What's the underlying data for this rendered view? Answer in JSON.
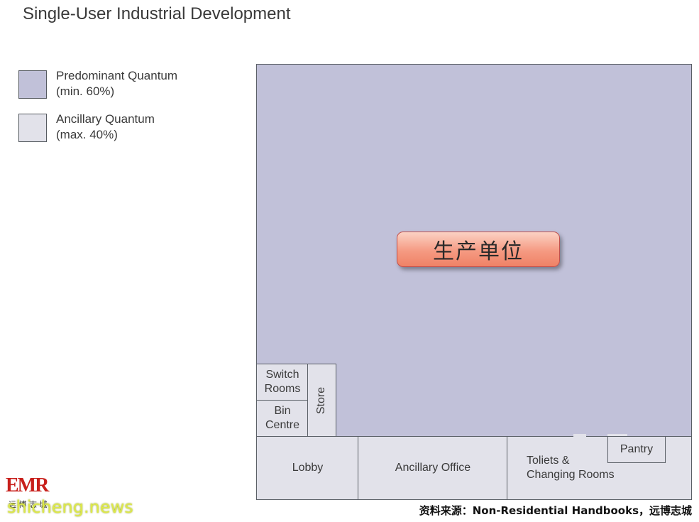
{
  "title": "Single-User Industrial Development",
  "legend": [
    {
      "line1": "Predominant Quantum",
      "line2": "(min. 60%)",
      "color": "#c1c1d9"
    },
    {
      "line1": "Ancillary Quantum",
      "line2": "(max. 40%)",
      "color": "#e2e2ea"
    }
  ],
  "plan": {
    "main_label": "生产单位",
    "rooms": {
      "switch_line1": "Switch",
      "switch_line2": "Rooms",
      "bin_line1": "Bin",
      "bin_line2": "Centre",
      "store": "Store",
      "lobby": "Lobby",
      "ancillary_office": "Ancillary Office",
      "toilets_line1": "Toliets &",
      "toilets_line2": "Changing Rooms",
      "pantry": "Pantry"
    }
  },
  "logo": {
    "letters": "EMR",
    "subtitle": "远 博 志 城"
  },
  "watermark": "shicheng.news",
  "source": "资料来源：Non-Residential Handbooks，远博志城",
  "colors": {
    "predominant": "#c1c1d9",
    "ancillary": "#e2e2ea",
    "label_fill": "#f59a82"
  }
}
